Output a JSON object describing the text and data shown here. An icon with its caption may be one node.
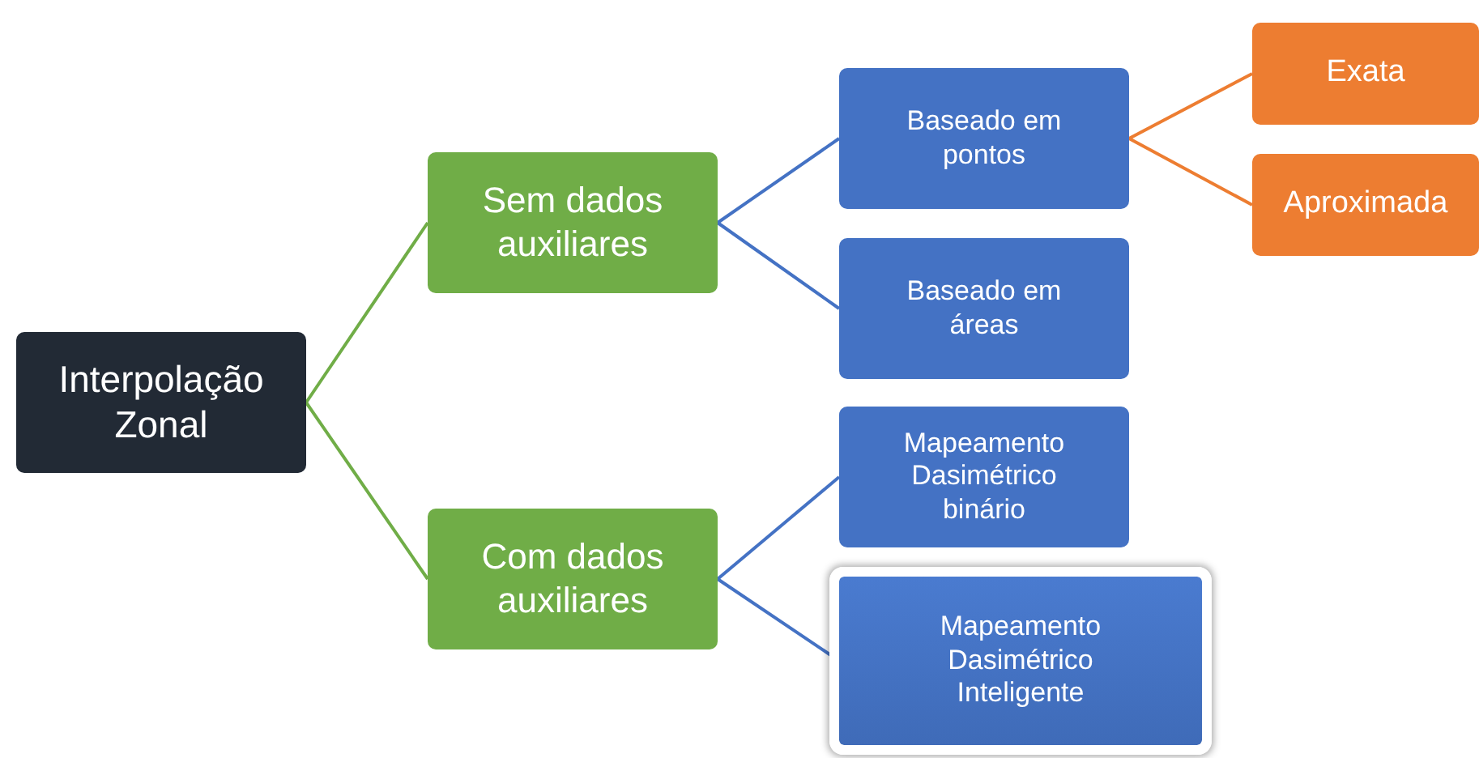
{
  "diagram": {
    "nodes": [
      {
        "text": [
          "Interpolação Zonal"
        ]
      },
      {
        "text": [
          "Sem dados auxiliares"
        ]
      },
      {
        "text": [
          "Com dados auxiliares"
        ]
      },
      {
        "text": [
          "Baseado em pontos"
        ]
      },
      {
        "text": [
          "Baseado em áreas"
        ]
      },
      {
        "text": [
          "Mapeamento Dasimétrico binário"
        ]
      },
      {
        "text": [
          "Mapeamento Dasimétrico Inteligente"
        ]
      },
      {
        "text": [
          "Exata"
        ]
      },
      {
        "text": [
          "Aproximada"
        ]
      }
    ],
    "edges": [
      {
        "from": 0,
        "to": 1,
        "arrow": "none",
        "color": "#70ad47"
      },
      {
        "from": 0,
        "to": 2,
        "arrow": "none",
        "color": "#70ad47"
      },
      {
        "from": 1,
        "to": 3,
        "arrow": "none"
      },
      {
        "from": 1,
        "to": 4,
        "arrow": "none"
      },
      {
        "from": 2,
        "to": 5,
        "arrow": "none"
      },
      {
        "from": 2,
        "to": 6,
        "arrow": "none"
      },
      {
        "from": 3,
        "to": 7,
        "arrow": "none",
        "color": "#ed7d31"
      },
      {
        "from": 3,
        "to": 8,
        "arrow": "none",
        "color": "#ed7d31"
      }
    ]
  }
}
